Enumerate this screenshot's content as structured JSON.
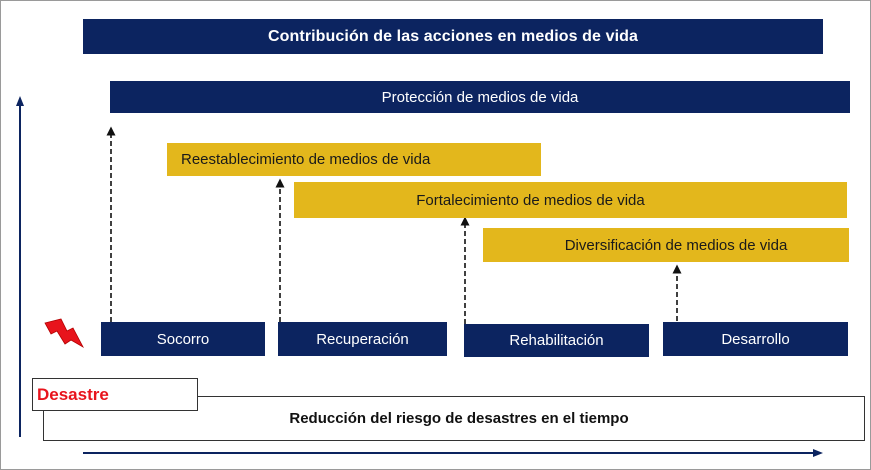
{
  "header": {
    "title": "Contribución de las acciones en medios de vida"
  },
  "protection": {
    "label": "Protección de medios de vida"
  },
  "actions": [
    {
      "label": "Reestablecimiento de medios de vida"
    },
    {
      "label": "Fortalecimiento de medios de vida"
    },
    {
      "label": "Diversificación de medios de vida"
    }
  ],
  "stages": [
    {
      "label": "Socorro"
    },
    {
      "label": "Recuperación"
    },
    {
      "label": "Rehabilitación"
    },
    {
      "label": "Desarrollo"
    }
  ],
  "disaster": {
    "label": "Desastre",
    "icon": "lightning-bolt-icon"
  },
  "risk_reduction": {
    "label": "Reducción del riesgo de desastres en el tiempo"
  },
  "colors": {
    "navy": "#0c2460",
    "gold": "#e3b71c",
    "disaster_red": "#e8141c"
  }
}
